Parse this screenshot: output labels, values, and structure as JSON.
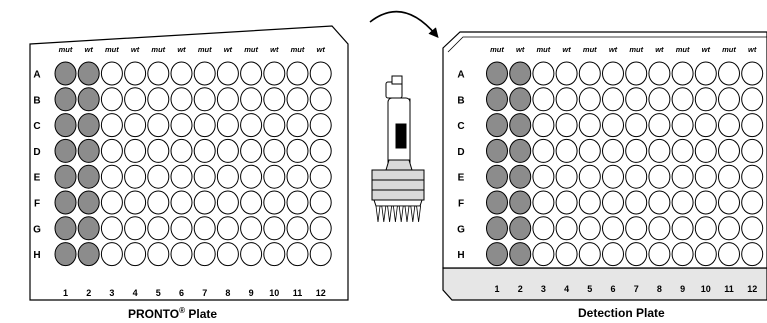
{
  "plates": [
    {
      "caption": "PRONTO",
      "caption_sup": "®",
      "caption_suffix": " Plate",
      "rows": [
        "A",
        "B",
        "C",
        "D",
        "E",
        "F",
        "G",
        "H"
      ],
      "columns": [
        "1",
        "2",
        "3",
        "4",
        "5",
        "6",
        "7",
        "8",
        "9",
        "10",
        "11",
        "12"
      ],
      "column_headers": [
        "mut",
        "wt",
        "mut",
        "wt",
        "mut",
        "wt",
        "mut",
        "wt",
        "mut",
        "wt",
        "mut",
        "wt"
      ],
      "filled_columns": [
        1,
        2
      ]
    },
    {
      "caption": "Detection Plate",
      "rows": [
        "A",
        "B",
        "C",
        "D",
        "E",
        "F",
        "G",
        "H"
      ],
      "columns": [
        "1",
        "2",
        "3",
        "4",
        "5",
        "6",
        "7",
        "8",
        "9",
        "10",
        "11",
        "12"
      ],
      "column_headers": [
        "mut",
        "wt",
        "mut",
        "wt",
        "mut",
        "wt",
        "mut",
        "wt",
        "mut",
        "wt",
        "mut",
        "wt"
      ],
      "filled_columns": [
        1,
        2
      ]
    }
  ],
  "colors": {
    "well_filled": "#8c8c8c",
    "well_empty": "#ffffff",
    "outline": "#000000",
    "plate_base": "#e6e6e6"
  },
  "icons": [
    "multichannel-pipette-icon",
    "curved-arrow-icon"
  ]
}
